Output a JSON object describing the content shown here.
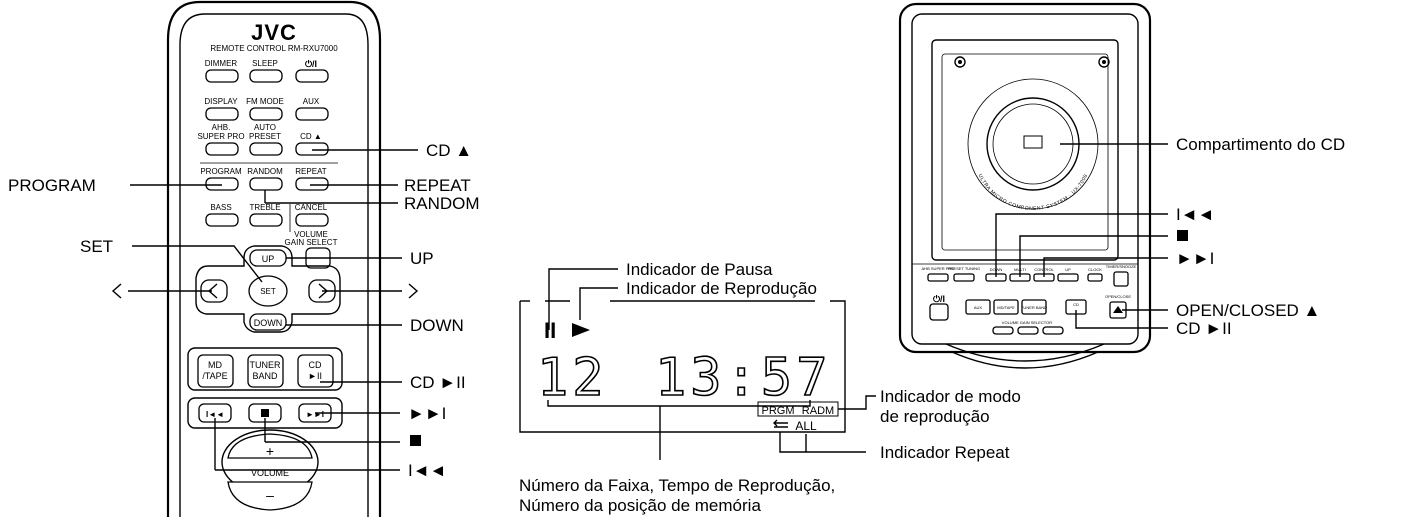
{
  "remote": {
    "brand": "JVC",
    "model": "REMOTE CONTROL RM-RXU7000",
    "keys": {
      "dimmer": "DIMMER",
      "sleep": "SLEEP",
      "power": "⏻/I",
      "display": "DISPLAY",
      "fm_mode": "FM MODE",
      "aux": "AUX",
      "ahb_1": "AHB.",
      "ahb_2": "SUPER PRO",
      "auto_1": "AUTO",
      "auto_2": "PRESET",
      "cd_eject": "CD ▲",
      "program": "PROGRAM",
      "random": "RANDOM",
      "repeat": "REPEAT",
      "bass": "BASS",
      "treble": "TREBLE",
      "cancel": "CANCEL",
      "volume_gain_1": "VOLUME",
      "volume_gain_2": "GAIN SELECT",
      "up": "UP",
      "set": "SET",
      "down": "DOWN",
      "md_1": "MD",
      "md_2": "/TAPE",
      "tuner_1": "TUNER",
      "tuner_2": "BAND",
      "cd_1": "CD",
      "cd_2": "►II",
      "vol_plus": "+",
      "volume": "VOLUME",
      "vol_minus": "–"
    },
    "callouts": {
      "cd_eject": "CD ▲",
      "program": "PROGRAM",
      "repeat": "REPEAT",
      "random": "RANDOM",
      "set": "SET",
      "up": "UP",
      "left": "<",
      "right": ">",
      "down": "DOWN",
      "cd_play": "CD ►II",
      "next": "►►I",
      "stop": "■",
      "prev": "I◄◄"
    }
  },
  "display_panel": {
    "pause_symbol": "II",
    "play_symbol": "►",
    "track": "12",
    "time": "13:57",
    "mode_prgm": "PRGM",
    "mode_radm": "RADM",
    "repeat_all": "ALL",
    "callouts": {
      "pause": "Indicador de Pausa",
      "play": "Indicador de Reprodução",
      "mode_1": "Indicador de modo",
      "mode_2": "de reprodução",
      "repeat": "Indicador Repeat",
      "track_1": "Número da Faixa, Tempo de Reprodução,",
      "track_2": "Número da posição de memória"
    }
  },
  "unit": {
    "ring_text": "ULTRA MICRO COMPONENT SYSTEM · UX-7000",
    "panel_labels": {
      "ahb": "AHB SUPER PRO",
      "preset": "PRESET TUNING",
      "down": "DOWN",
      "multi": "MULTI",
      "control": "CONTROL",
      "up": "UP",
      "clock": "CLOCK",
      "timer": "TIMER/SNOOZE",
      "open_close": "OPEN/CLOSE",
      "aux": "AUX",
      "md_tape": "MD/TAPE",
      "tuner": "TUNER BAND",
      "cd": "CD",
      "vol_sel": "VOLUME GAIN SELECTOR"
    },
    "callouts": {
      "cd_compartment": "Compartimento do CD",
      "prev": "I◄◄",
      "stop": "■",
      "next": "►►I",
      "open_closed": "OPEN/CLOSED ▲",
      "cd_play": "CD ►II"
    }
  }
}
